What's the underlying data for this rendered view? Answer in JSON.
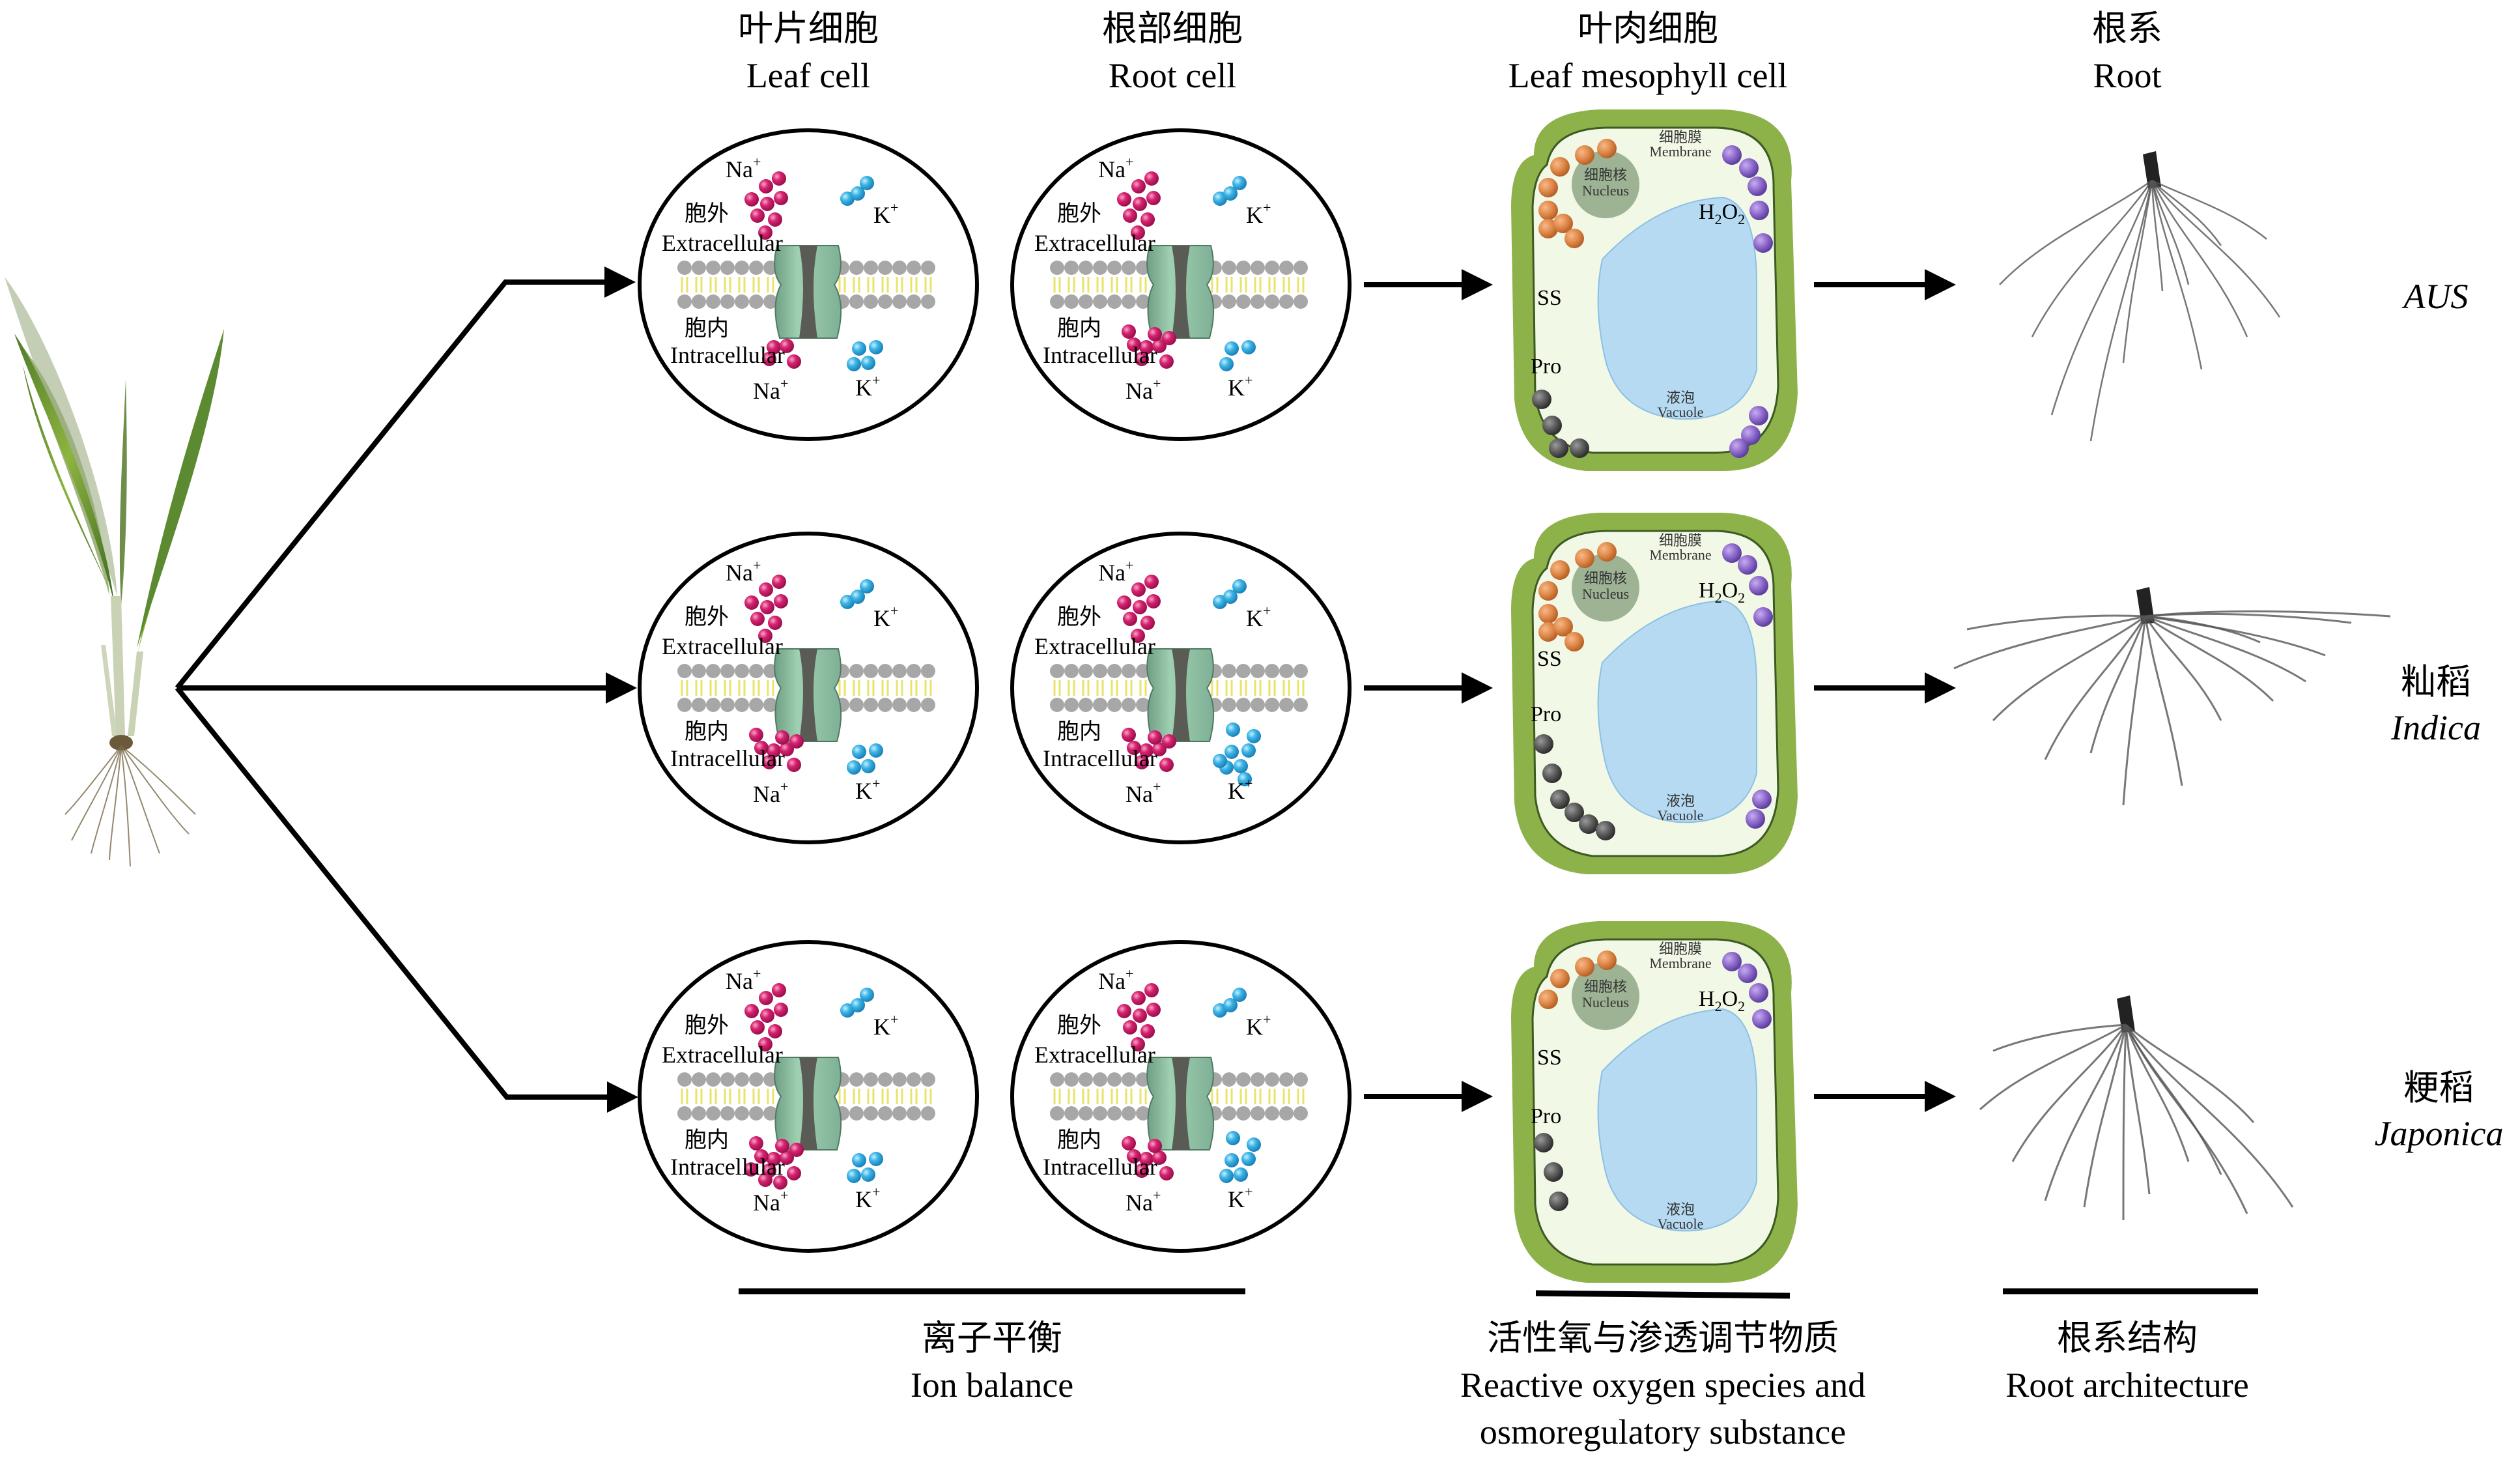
{
  "column_headers": [
    {
      "zh": "叶片细胞",
      "en": "Leaf cell"
    },
    {
      "zh": "根部细胞",
      "en": "Root cell"
    },
    {
      "zh": "叶肉细胞",
      "en": "Leaf mesophyll cell"
    },
    {
      "zh": "根系",
      "en": "Root"
    }
  ],
  "rows": [
    {
      "label_zh": "",
      "label_en": "AUS",
      "leaf_cell": {
        "na_out": 8,
        "k_out": 3,
        "na_in": 4,
        "k_in": 4
      },
      "root_cell": {
        "na_out": 8,
        "k_out": 3,
        "na_in": 8,
        "k_in": 3
      },
      "mesophyll": {
        "ss": 8,
        "h2o2": 8,
        "pro": 4
      }
    },
    {
      "label_zh": "籼稻",
      "label_en": "Indica",
      "leaf_cell": {
        "na_out": 8,
        "k_out": 3,
        "na_in": 8,
        "k_in": 4
      },
      "root_cell": {
        "na_out": 8,
        "k_out": 3,
        "na_in": 8,
        "k_in": 8
      },
      "mesophyll": {
        "ss": 8,
        "h2o2": 6,
        "pro": 6
      }
    },
    {
      "label_zh": "粳稻",
      "label_en": "Japonica",
      "leaf_cell": {
        "na_out": 8,
        "k_out": 3,
        "na_in": 11,
        "k_in": 4
      },
      "root_cell": {
        "na_out": 8,
        "k_out": 3,
        "na_in": 7,
        "k_in": 6
      },
      "mesophyll": {
        "ss": 4,
        "h2o2": 4,
        "pro": 3
      }
    }
  ],
  "ion_cell_labels": {
    "na": "Na",
    "k": "K",
    "charge": "+",
    "extracellular_zh": "胞外",
    "extracellular_en": "Extracellular",
    "intracellular_zh": "胞内",
    "intracellular_en": "Intracellular"
  },
  "mesophyll_labels": {
    "membrane_zh": "细胞膜",
    "membrane_en": "Membrane",
    "nucleus_zh": "细胞核",
    "nucleus_en": "Nucleus",
    "vacuole_zh": "液泡",
    "vacuole_en": "Vacuole",
    "ss": "SS",
    "pro": "Pro",
    "h2o2_h": "H",
    "h2o2_2a": "2",
    "h2o2_o": "O",
    "h2o2_2b": "2"
  },
  "captions": [
    {
      "zh": "离子平衡",
      "en": [
        "Ion balance"
      ]
    },
    {
      "zh": "活性氧与渗透调节物质",
      "en": [
        "Reactive oxygen species and",
        "osmoregulatory substance"
      ]
    },
    {
      "zh": "根系结构",
      "en": [
        "Root architecture"
      ]
    }
  ],
  "colors": {
    "na_ion": "#d6226f",
    "k_ion": "#3cb4e6",
    "channel": "#8fc1a2",
    "channel_pore": "#5a5b55",
    "lipid_head": "#a7a7a7",
    "lipid_tail": "#eae36a",
    "cell_wall": "#8db24a",
    "cytoplasm": "#f2f8e6",
    "vacuole": "#b6daf2",
    "nucleus": "#9db394",
    "ss": "#e08a4a",
    "h2o2": "#8f6bcb",
    "pro": "#5c5c5c"
  }
}
